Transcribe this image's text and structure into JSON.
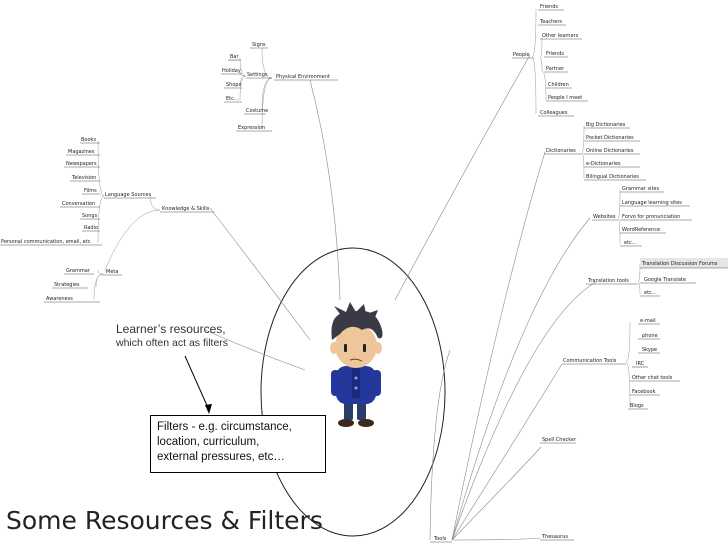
{
  "title": "Some Resources & Filters",
  "learner_resources": {
    "line1": "Learner’s resources,",
    "line2": "which often act as filters"
  },
  "filters_box": [
    "Filters - e.g. circumstance,",
    "location, curriculum,",
    "external pressures, etc…"
  ],
  "character_icon": "cartoon-learner-figure",
  "colors": {
    "text": "#222222",
    "branch": "#8a8a8a",
    "highlight": "#e6e6e6"
  },
  "branches": {
    "physical": {
      "label": "Physical Environment",
      "settings": "Settings",
      "signs": "Signs",
      "bar": "Bar",
      "holiday": "Holiday",
      "shops": "Shops",
      "etc": "Etc…",
      "costume": "Costume",
      "expression": "Expression"
    },
    "knowledge": {
      "label": "Knowledge & Skills",
      "language_sources": "Language Sources",
      "books": "Books",
      "magazines": "Magazines",
      "newspapers": "Newspapers",
      "television": "Television",
      "films": "Films",
      "conversation": "Conversation",
      "songs": "Songs",
      "radio": "Radio",
      "personal": "Personal communication, email, etc",
      "meta": "Meta",
      "grammar": "Grammar",
      "strategies": "Strategies",
      "awareness": "Awareness"
    },
    "people": {
      "label": "People",
      "friends": "Friends",
      "teachers": "Teachers",
      "other_learners": "Other learners",
      "friends2": "Friends",
      "partner": "Partner",
      "children": "Children",
      "people_i_meet": "People I meet",
      "colleagues": "Colleagues"
    },
    "tools": {
      "label": "Tools",
      "dictionaries": "Dictionaries",
      "big_dict": "Big Dictionaries",
      "pocket_dict": "Pocket Dictionaries",
      "online_dict": "Online Dictionaries",
      "e_dict": "e-Dictionaries",
      "bilingual_dict": "Bilingual Dictionaries",
      "websites": "Websites",
      "grammar_sites": "Grammar sites",
      "lang_sites": "Language learning sites",
      "forvo": "Forvo for pronunciation",
      "wordreference": "WordReference",
      "etc_web": "etc…",
      "translation_tools": "Translation tools",
      "translation_forums": "Translation Discussion Forums",
      "google_translate": "Google Translate",
      "etc_trans": "etc…",
      "comm_tools": "Communication Tools",
      "email": "e-mail",
      "phone": "phone",
      "skype": "Skype",
      "irc": "IRC",
      "other_chat": "Other chat tools",
      "facebook": "Facebook",
      "blogs": "Blogs",
      "spell_checker": "Spell Checker",
      "thesaurus": "Thesaurus"
    }
  }
}
